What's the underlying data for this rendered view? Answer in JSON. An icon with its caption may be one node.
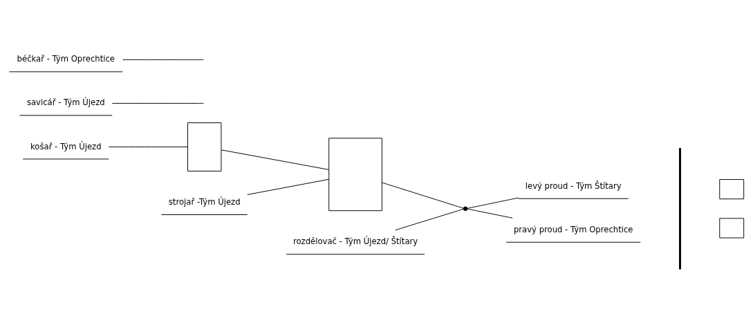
{
  "diagram": {
    "nodes": [
      {
        "text": [
          "košař - Tým Újezd"
        ]
      },
      {
        "text": [],
        "shape": "box"
      },
      {
        "text": [
          "savicář - Tým Újezd"
        ]
      },
      {
        "text": [
          "strojař -Tým Újezd"
        ]
      },
      {
        "text": [],
        "shape": "box"
      },
      {
        "text": [
          "béčkař - Tým Oprechtice"
        ]
      },
      {
        "text": [
          "rozdělovač - Tým Újezd/ Štítary"
        ]
      },
      {
        "text": [],
        "shape": "point"
      },
      {
        "text": [
          "levý proud - Tým Štítary"
        ]
      },
      {
        "text": [
          "pravý proud - Tým Oprechtice"
        ]
      },
      {
        "text": [],
        "shape": "bar"
      },
      {
        "text": [],
        "shape": "box"
      },
      {
        "text": [],
        "shape": "box"
      }
    ],
    "edges": [
      {
        "from": 0,
        "to": 1,
        "arrow": "none"
      },
      {
        "from": 1,
        "to": 4,
        "arrow": "none"
      },
      {
        "from": 2,
        "to": null,
        "arrow": "none"
      },
      {
        "from": 3,
        "to": 4,
        "arrow": "none"
      },
      {
        "from": 4,
        "to": 7,
        "arrow": "none"
      },
      {
        "from": 5,
        "to": null,
        "arrow": "none"
      },
      {
        "from": 6,
        "to": 7,
        "arrow": "none"
      },
      {
        "from": 7,
        "to": 8,
        "arrow": "none"
      },
      {
        "from": 7,
        "to": 9,
        "arrow": "none"
      }
    ]
  }
}
